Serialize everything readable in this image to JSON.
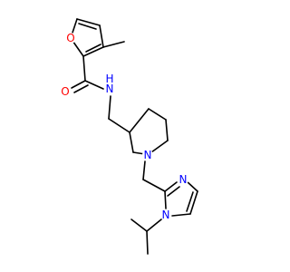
{
  "molecule": {
    "atom_labels": {
      "O_furan": "O",
      "O_carbonyl": "O",
      "N_amide": "N",
      "H_amide": "H",
      "N_piperidine": "N",
      "N_imidazole_ring": "N",
      "N_imidazole_sub": "N"
    },
    "colors": {
      "bond": "#000000",
      "oxygen": "#ff0000",
      "nitrogen": "#0000ff"
    }
  }
}
